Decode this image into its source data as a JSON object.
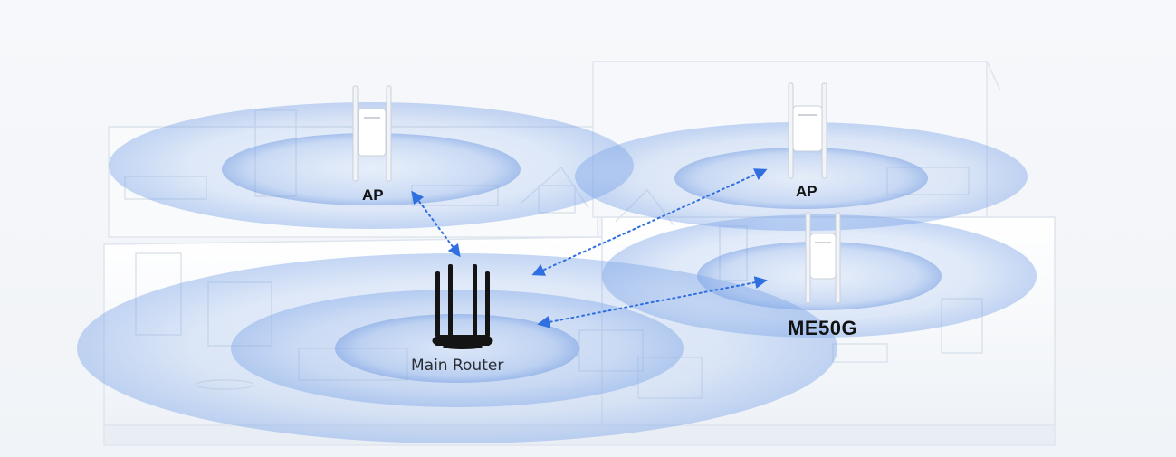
{
  "labels": {
    "ap_left": "AP",
    "ap_right": "AP",
    "main_router": "Main Router",
    "me50g": "ME50G"
  },
  "colors": {
    "coverage": "#7ea6e8",
    "link": "#2f6fe0",
    "house_line": "#dfe5ee",
    "router_body": "#141414"
  },
  "icons": {
    "router": "router-icon",
    "access_point": "access-point-icon",
    "link_arrow": "double-arrow-dotted"
  }
}
